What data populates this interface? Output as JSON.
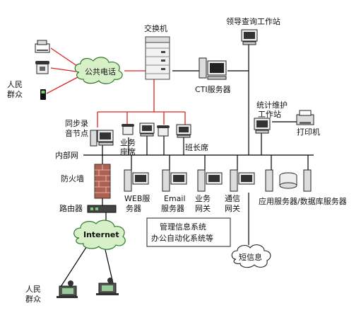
{
  "labels": {
    "switch": "交换机",
    "public_phone": "公共电话",
    "people_top": [
      "人民",
      "群众"
    ],
    "cti_server": "CTI服务器",
    "leader_station": "领导查询工作站",
    "stats_station": [
      "统计维护",
      "工作站"
    ],
    "printer": "打印机",
    "sync_record": [
      "同步录",
      "音节点"
    ],
    "business_seat": [
      "业务",
      "座席"
    ],
    "team_leader": "班长席",
    "intranet": "内部网",
    "firewall": "防火墙",
    "router": "路由器",
    "web_server": [
      "WEB服",
      "务器"
    ],
    "email_server": [
      "Email",
      "服务器"
    ],
    "business_gateway": [
      "业务",
      "网关"
    ],
    "comm_gateway": [
      "通信",
      "网关"
    ],
    "app_db_server": "应用服务器/数据库服务器",
    "mis": [
      "管理信息系统",
      "办公自动化系统等"
    ],
    "sms": "短信息",
    "internet": "Internet",
    "people_bottom": [
      "人民",
      "群众"
    ]
  },
  "colors": {
    "phone_line": "#e02020",
    "network_line": "#000000",
    "cloud_fill": "#d8f0c8",
    "cloud_stroke": "#2f7a2f"
  },
  "icons": [
    "phone-icon",
    "fax-icon",
    "mobile-phone-icon",
    "switch-icon",
    "computer-icon",
    "server-icon",
    "printer-icon",
    "firewall-icon",
    "router-icon",
    "cloud-icon",
    "person-computer-icon"
  ]
}
